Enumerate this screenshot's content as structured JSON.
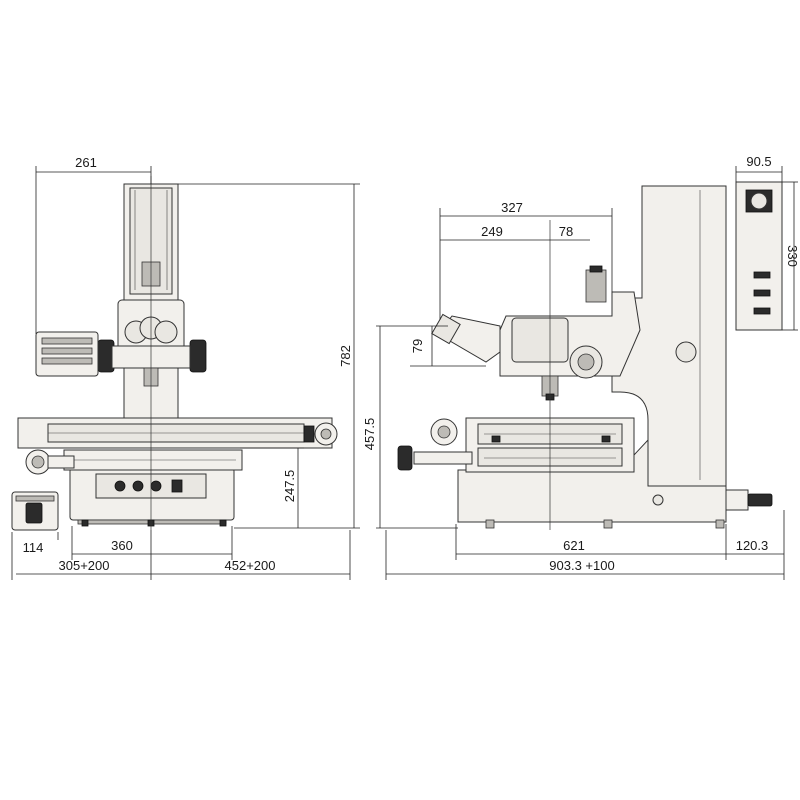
{
  "front_view": {
    "dims": {
      "top_width": "261",
      "height_total": "782",
      "stage_height": "247.5",
      "controller_width": "114",
      "base_width": "360",
      "left_travel": "305+200",
      "right_travel": "452+200"
    }
  },
  "side_view": {
    "dims": {
      "eyepiece_reach": "327",
      "eyepiece_offset": "249",
      "eyepiece_axis": "78",
      "eyepiece_height": "79",
      "stage_height": "457.5",
      "base_depth": "621",
      "handle_depth": "120.3",
      "total_depth": "903.3 +100",
      "psu_width": "90.5",
      "psu_height": "330"
    }
  },
  "colors": {
    "body": "#f2f0ec",
    "line": "#222222",
    "dark": "#2b2b2b"
  }
}
